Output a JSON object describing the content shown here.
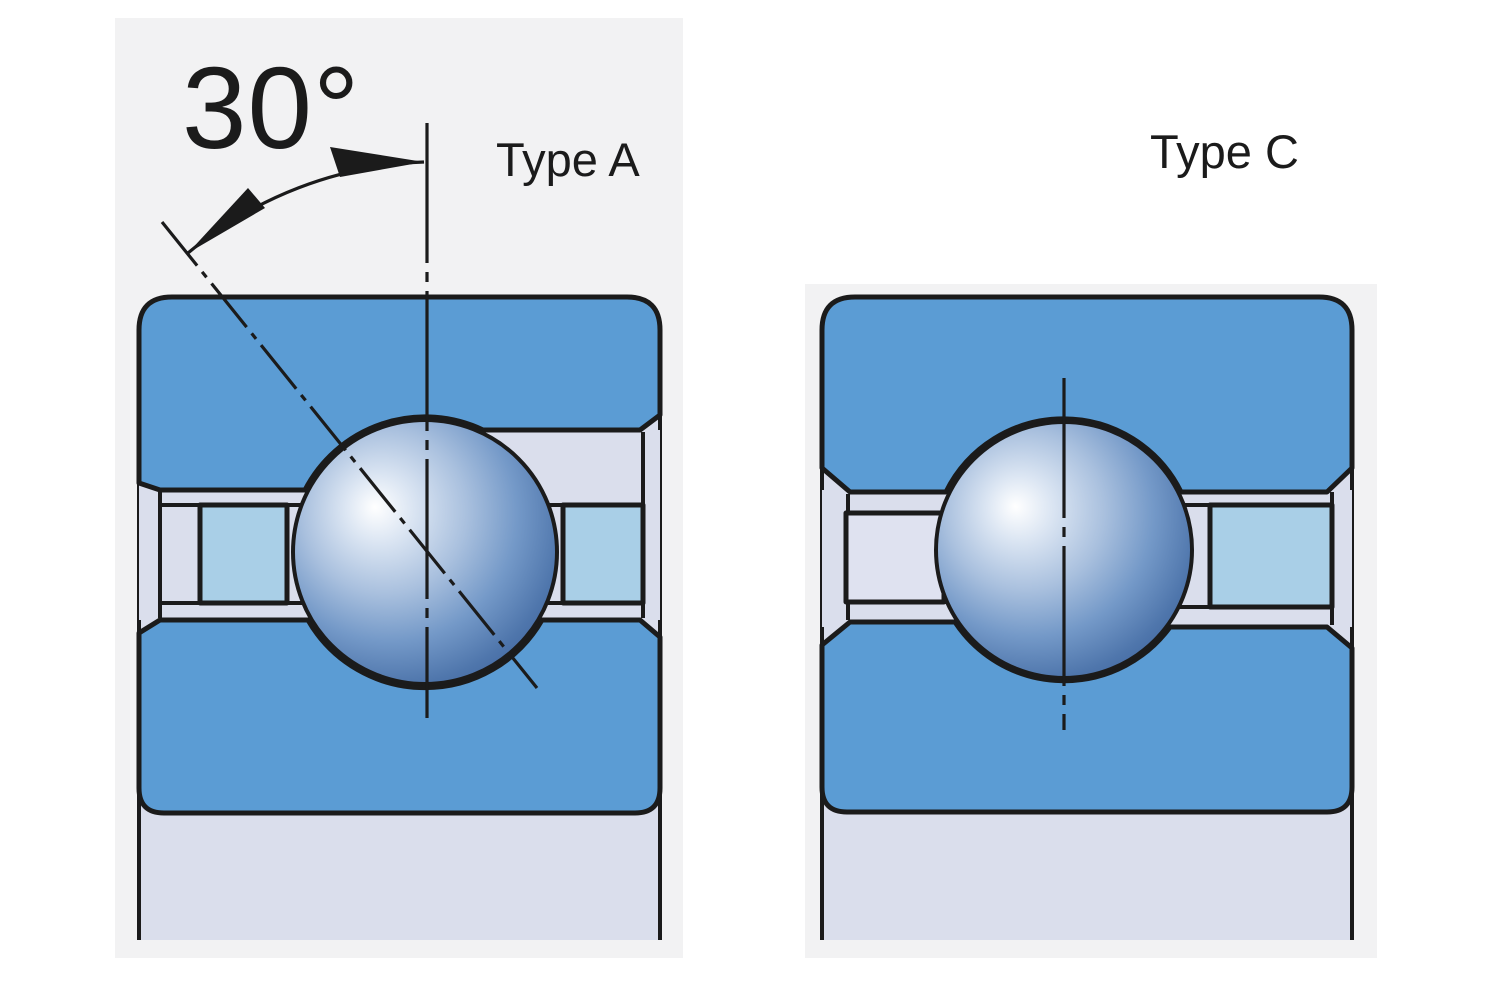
{
  "figures": [
    {
      "id": "type-a",
      "label": "Type A"
    },
    {
      "id": "type-c",
      "label": "Type C"
    }
  ],
  "annotations": {
    "angle_label": "30°"
  },
  "colors": {
    "panel_bg": "#F2F2F3",
    "ring_blue": "#5B9CD4",
    "cage_lavender": "#DADEEC",
    "pocket_blue": "#A9CFE7",
    "pocket_lavender": "#DFE2F0",
    "outline": "#1B1B1B",
    "ball_highlight": "#FFFFFF",
    "ball_light": "#DCE6F3",
    "ball_soft": "#A9C0DE",
    "ball_mid": "#7499C8",
    "ball_deep": "#4F76AC",
    "ball_dark": "#3A5F99"
  }
}
